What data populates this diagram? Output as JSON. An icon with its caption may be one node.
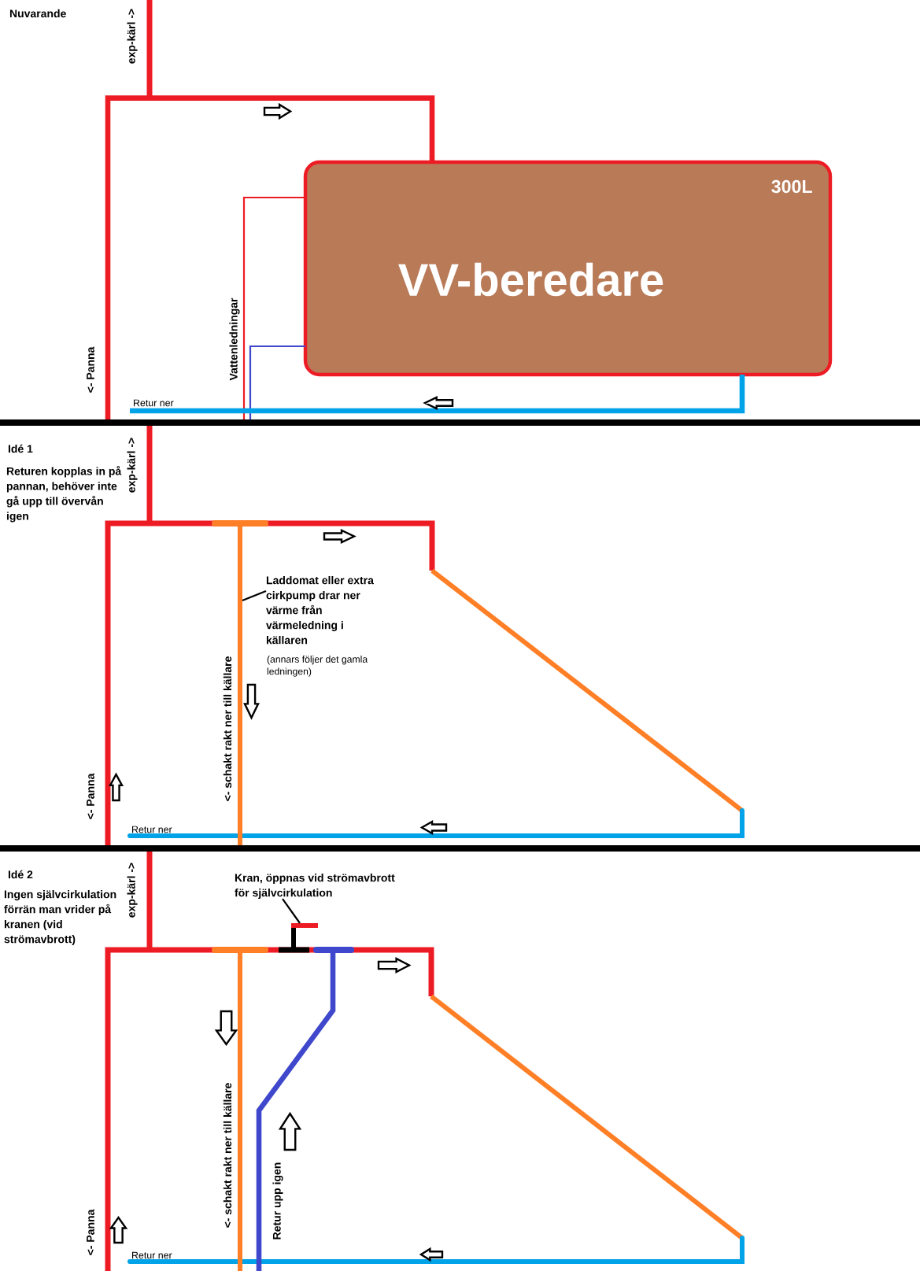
{
  "diagram": {
    "nodes": [
      {
        "text": [
          "300L",
          "VV-beredare"
        ]
      },
      {
        "text": [
          "Laddomat eller extra cirkpump drar ner värme från värmeledning i källaren"
        ]
      },
      {
        "text": [],
        "shape": "bar",
        "beside": [
          "<- schakt rakt ner till källare"
        ]
      },
      {
        "text": [
          "Kran, öppnas vid strömavbrott för självcirkulation"
        ]
      },
      {
        "text": [],
        "shape": "valve"
      }
    ],
    "edges": [
      {
        "from": 0,
        "to": null,
        "arrow": "none",
        "style": "thick",
        "color": "#ed1c24"
      },
      {
        "from": 0,
        "to": null,
        "arrow": "none",
        "color": "#ed1c24"
      },
      {
        "from": 0,
        "to": null,
        "arrow": "none",
        "color": "#3f48cc"
      },
      {
        "from": 0,
        "to": null,
        "arrow": "none",
        "label": "Retur ner",
        "style": "thick",
        "color": "#00a2e8"
      },
      {
        "from": 1,
        "to": 2,
        "arrow": "none",
        "color": "#000000"
      },
      {
        "from": 3,
        "to": 4,
        "arrow": "none",
        "color": "#000000"
      }
    ],
    "labels": [
      "Nuvarande",
      "exp-kärl ->",
      "<- Panna",
      "Vattenledningar",
      "Idé 1",
      "Returen kopplas in på pannan, behöver inte gå upp till övervån igen",
      "exp-kärl ->",
      "(annars följer det gamla ledningen)",
      "<- Panna",
      "Retur ner",
      "Idé 2",
      "Ingen självcirkulation förrän man vrider på kranen (vid strömavbrott)",
      "exp-kärl ->",
      "<- schakt rakt ner till källare",
      "Retur upp igen",
      "<- Panna",
      "Retur ner"
    ]
  }
}
